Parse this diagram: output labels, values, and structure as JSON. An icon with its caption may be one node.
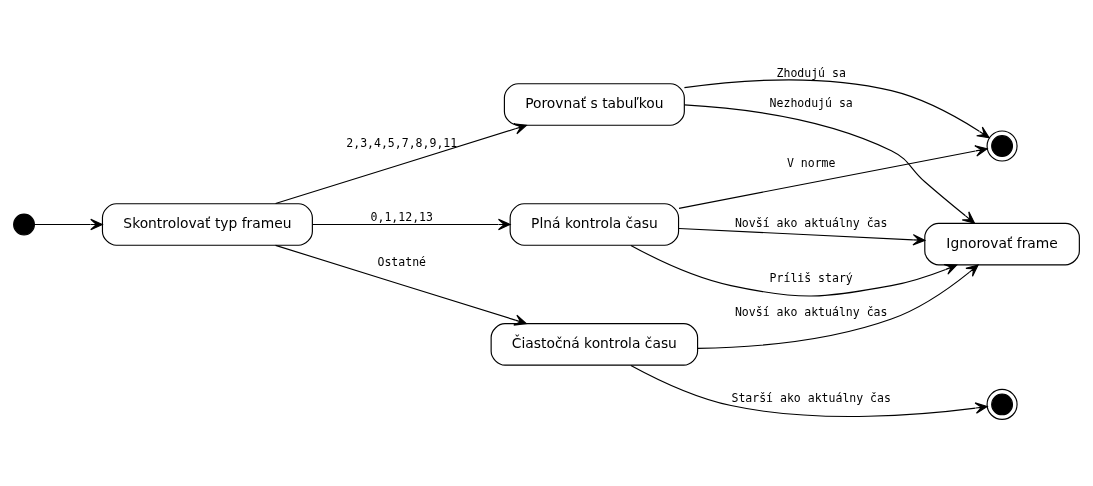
{
  "diagram": {
    "nodes": [
      {
        "text": [
          "Porovnať s tabuľkou"
        ]
      },
      {
        "text": [],
        "shape": "circle"
      },
      {
        "text": [],
        "shape": "circle"
      },
      {
        "text": [
          "Skontrolovať typ frameu"
        ]
      },
      {
        "text": [
          "Plná kontrola času"
        ]
      },
      {
        "text": [
          "Ignorovať frame"
        ]
      },
      {
        "text": [
          "Čiastočná kontrola času"
        ]
      },
      {
        "text": [],
        "shape": "circle"
      }
    ],
    "edges": [
      {
        "from": 2,
        "to": 3,
        "arrow": "to"
      },
      {
        "from": 3,
        "to": 0,
        "arrow": "to",
        "label": "2,3,4,5,7,8,9,11"
      },
      {
        "from": 3,
        "to": 4,
        "arrow": "to",
        "label": "0,1,12,13"
      },
      {
        "from": 3,
        "to": 6,
        "arrow": "to",
        "label": "Ostatné"
      },
      {
        "from": 0,
        "to": 1,
        "arrow": "to",
        "label": "Zhodujú sa"
      },
      {
        "from": 0,
        "to": 5,
        "arrow": "to",
        "label": "Nezhodujú sa"
      },
      {
        "from": 4,
        "to": 1,
        "arrow": "to",
        "label": "V norme"
      },
      {
        "from": 4,
        "to": 5,
        "arrow": "to",
        "label": "Príliš starý"
      },
      {
        "from": 4,
        "to": 5,
        "arrow": "to",
        "label": "Novší ako aktuálny čas"
      },
      {
        "from": 6,
        "to": 7,
        "arrow": "to",
        "label": "Starší ako aktuálny čas"
      },
      {
        "from": 6,
        "to": 5,
        "arrow": "to",
        "label": "Novší ako aktuálny čas"
      }
    ]
  }
}
